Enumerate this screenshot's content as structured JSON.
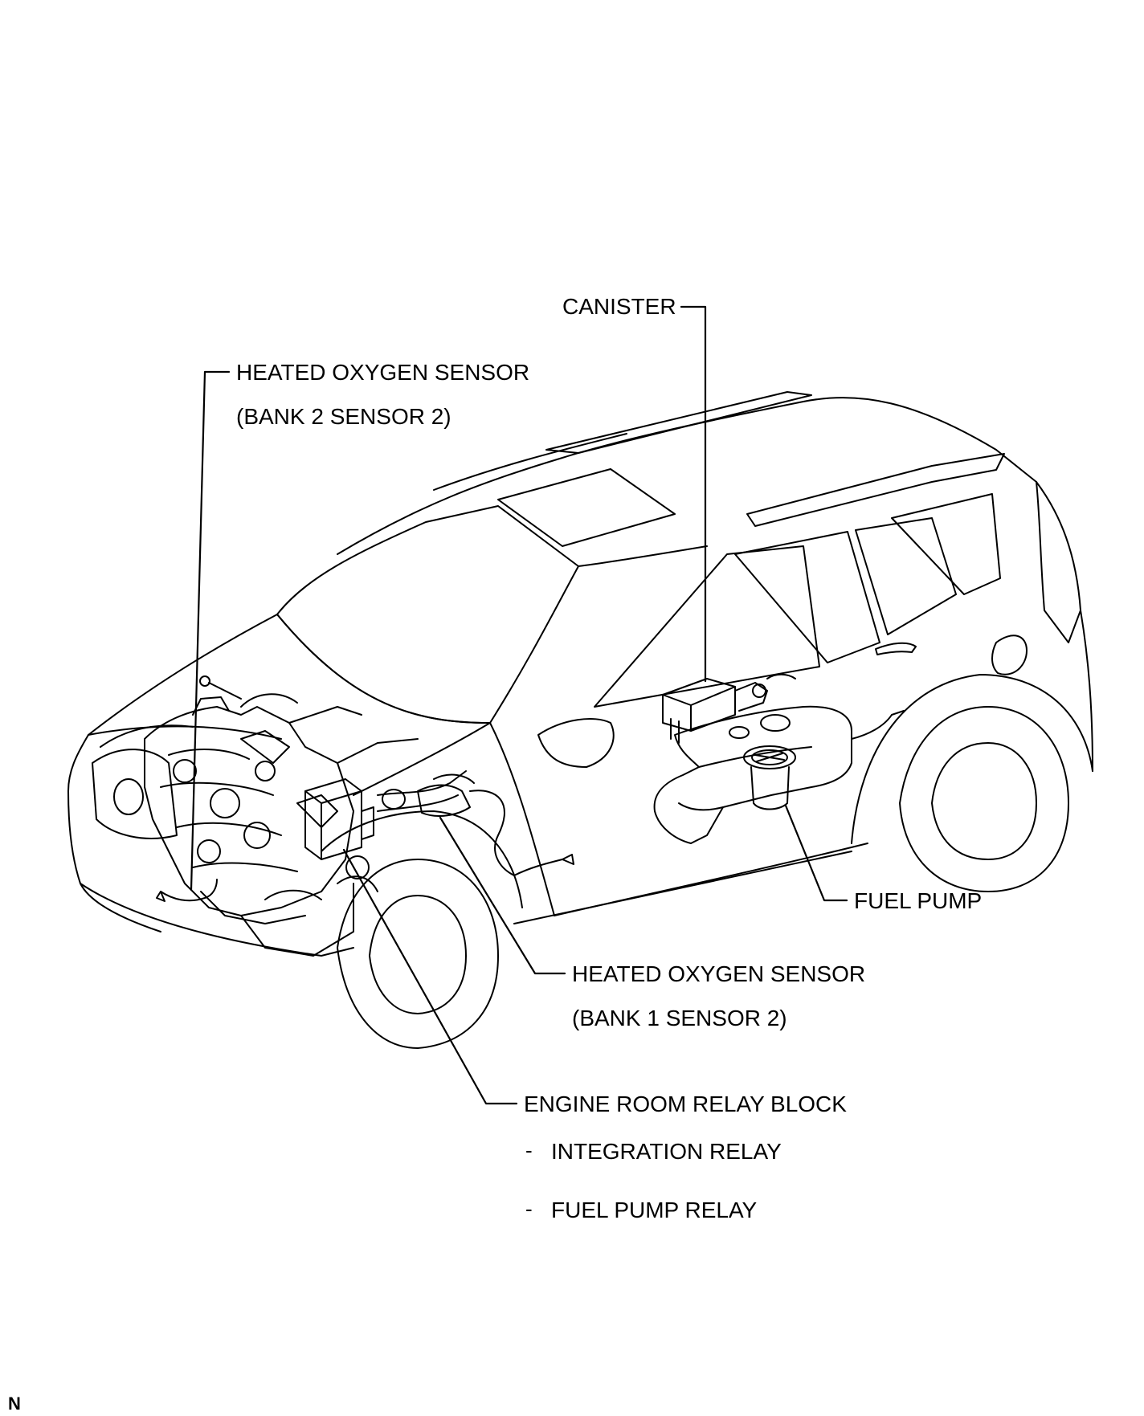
{
  "labels": {
    "canister": "CANISTER",
    "ho2_bank2_line1": "HEATED OXYGEN SENSOR",
    "ho2_bank2_line2": "(BANK 2 SENSOR 2)",
    "fuel_pump": "FUEL PUMP",
    "ho2_bank1_line1": "HEATED OXYGEN SENSOR",
    "ho2_bank1_line2": "(BANK 1 SENSOR 2)",
    "relay_block": "ENGINE ROOM RELAY BLOCK",
    "relay_items": [
      "INTEGRATION RELAY",
      "FUEL PUMP RELAY"
    ],
    "bullet": "-",
    "corner_mark": "N"
  }
}
